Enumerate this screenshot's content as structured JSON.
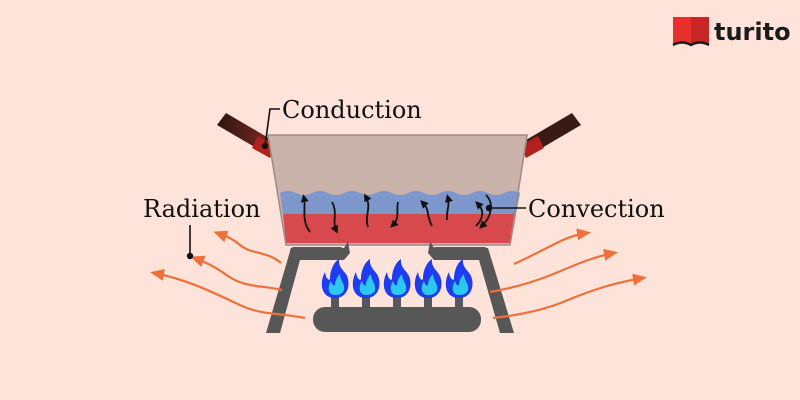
{
  "logo": {
    "text": "turito"
  },
  "labels": {
    "conduction": "Conduction",
    "radiation": "Radiation",
    "convection": "Convection"
  },
  "colors": {
    "background": "#fde3da",
    "pot": "#c9b3ab",
    "water_top": "#7d96cc",
    "water_bottom": "#d8494d",
    "stand": "#575757",
    "handle": "#4a231c",
    "radiation_arrow": "#f0703a",
    "flame_outer": "#1e3cf0",
    "flame_inner": "#2dc8f0",
    "logo_red": "#e5302c"
  },
  "icons": [
    "book-icon",
    "flame-icon",
    "convection-arrow-icon",
    "radiation-arrow-icon"
  ]
}
